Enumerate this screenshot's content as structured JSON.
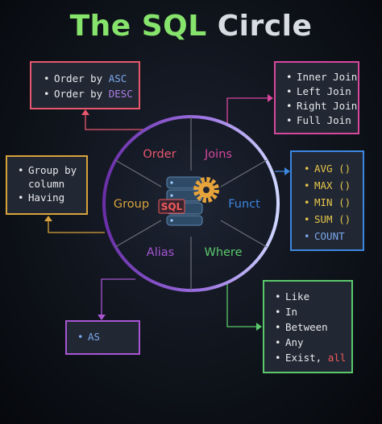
{
  "title": {
    "part1": "The SQL",
    "part2": "Circle"
  },
  "center_badge": "SQL",
  "segments": {
    "order": "Order",
    "joins": "Joins",
    "group": "Group",
    "funct": "Funct",
    "alias": "Alias",
    "where": "Where"
  },
  "boxes": {
    "order": {
      "items": [
        {
          "text": "Order by ",
          "kw": "ASC"
        },
        {
          "text": "Order by ",
          "kw": "DESC"
        }
      ]
    },
    "joins": {
      "items": [
        "Inner Join",
        "Left Join",
        "Right Join",
        "Full Join"
      ]
    },
    "group": {
      "items": [
        "Group by column",
        "Having"
      ]
    },
    "funct": {
      "items": [
        "AVG ()",
        "MAX ()",
        "MIN ()",
        "SUM ()",
        "COUNT"
      ]
    },
    "alias": {
      "items": [
        "AS"
      ]
    },
    "where": {
      "items": [
        "Like",
        "In",
        "Between",
        "Any"
      ],
      "last": {
        "text": "Exist, ",
        "kw": "all"
      }
    }
  },
  "colors": {
    "order": "#e8576d",
    "joins": "#d8479e",
    "group": "#d9a33c",
    "funct": "#3d86e0",
    "alias": "#a855d4",
    "where": "#5bc96b",
    "title_green": "#86e36b"
  }
}
